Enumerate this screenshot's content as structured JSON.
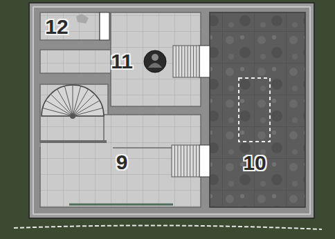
{
  "diagram": {
    "labels": [
      "12",
      "11",
      "9",
      "10"
    ]
  }
}
